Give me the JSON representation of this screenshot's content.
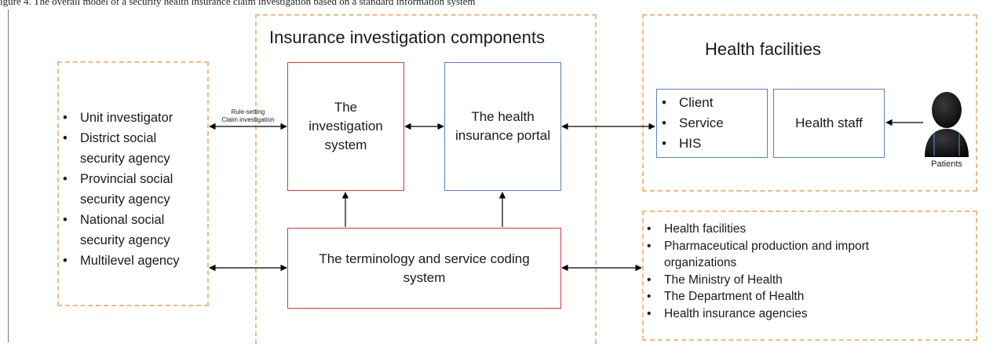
{
  "caption_fragment": "igure 4. The overall model of a security health insurance claim investigation based on a standard information system",
  "left_actors": {
    "items": [
      "Unit investigator",
      "District social security agency",
      "Provincial social security agency",
      "National social security agency",
      "Multilevel agency"
    ]
  },
  "center_section": {
    "title": "Insurance investigation components",
    "investigation_system": "The investigation system",
    "health_insurance_portal": "The health insurance portal",
    "terminology_system": "The terminology and service coding system"
  },
  "health_facilities": {
    "title": "Health facilities",
    "inner_items": [
      "Client",
      "Service",
      "HIS"
    ],
    "health_staff": "Health staff"
  },
  "patients_label": "Patients",
  "edge_labels": {
    "rule_setting": "Rule-setting",
    "claim_investigation": "Claim investigation"
  },
  "stakeholders": {
    "items": [
      "Health facilities",
      "Pharmaceutical production and import organizations",
      "The Ministry of Health",
      "The Department of Health",
      "Health insurance agencies"
    ]
  },
  "colors": {
    "dashed_border": "#f2b88a",
    "red_box": "#e0343a",
    "blue_box": "#5a7fc4",
    "arrow": "#000000"
  }
}
